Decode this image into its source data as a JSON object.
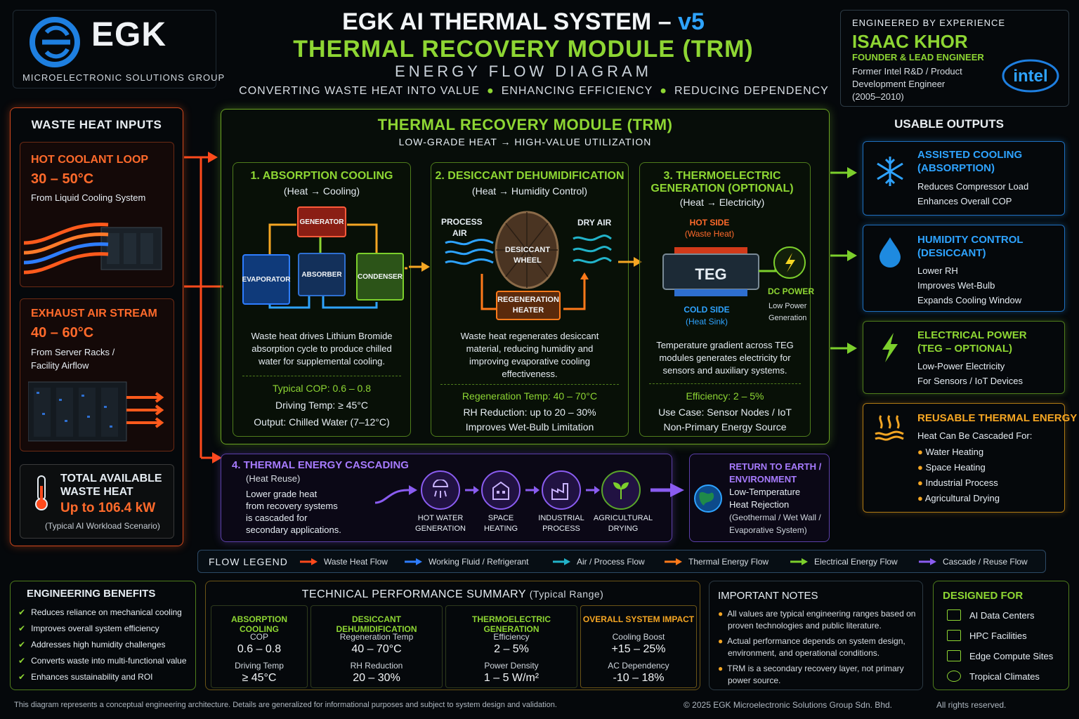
{
  "header": {
    "logo_text": "EGK",
    "logo_sub": "MICROELECTRONIC SOLUTIONS GROUP",
    "title_main": "EGK AI THERMAL SYSTEM –",
    "title_version": "v5",
    "title_module": "THERMAL RECOVERY MODULE (TRM)",
    "title_diagram": "ENERGY FLOW DIAGRAM",
    "tagline": [
      "CONVERTING WASTE HEAT INTO VALUE",
      "ENHANCING EFFICIENCY",
      "REDUCING DEPENDENCY"
    ]
  },
  "engineer": {
    "label": "ENGINEERED BY EXPERIENCE",
    "name": "ISAAC KHOR",
    "role": "FOUNDER & LEAD ENGINEER",
    "line1": "Former Intel R&D / Product",
    "line2": "Development Engineer",
    "line3": "(2005–2010)",
    "intel_logo": "intel"
  },
  "inputs": {
    "heading": "WASTE HEAT INPUTS",
    "coolant": {
      "title": "HOT COOLANT LOOP",
      "temp": "30 – 50°C",
      "desc": "From Liquid Cooling System"
    },
    "exhaust": {
      "title": "EXHAUST AIR STREAM",
      "temp": "40 – 60°C",
      "desc1": "From Server Racks /",
      "desc2": "Facility Airflow"
    },
    "total": {
      "title1": "TOTAL AVAILABLE",
      "title2": "WASTE HEAT",
      "value": "Up to 106.4 kW",
      "note": "(Typical AI Workload Scenario)"
    }
  },
  "trm": {
    "title": "THERMAL RECOVERY MODULE (TRM)",
    "subtitle": "LOW-GRADE HEAT → HIGH-VALUE UTILIZATION",
    "absorption": {
      "title": "1. ABSORPTION COOLING",
      "sub": "(Heat → Cooling)",
      "generator": "GENERATOR",
      "evaporator": "EVAPORATOR",
      "absorber": "ABSORBER",
      "condenser": "CONDENSER",
      "desc": [
        "Waste heat drives Lithium Bromide",
        "absorption cycle to produce chilled",
        "water for supplemental cooling."
      ],
      "stat1": "Typical COP: 0.6 – 0.8",
      "stat2": "Driving Temp: ≥ 45°C",
      "stat3": "Output: Chilled Water (7–12°C)"
    },
    "desiccant": {
      "title": "2. DESICCANT DEHUMIDIFICATION",
      "sub": "(Heat → Humidity Control)",
      "process_air1": "PROCESS",
      "process_air2": "AIR",
      "dry_air": "DRY AIR",
      "wheel1": "DESICCANT",
      "wheel2": "WHEEL",
      "regen1": "REGENERATION",
      "regen2": "HEATER",
      "desc": [
        "Waste heat regenerates desiccant",
        "material, reducing humidity and",
        "improving evaporative cooling",
        "effectiveness."
      ],
      "stat1": "Regeneration Temp: 40 – 70°C",
      "stat2": "RH Reduction: up to 20 – 30%",
      "stat3": "Improves Wet-Bulb Limitation"
    },
    "teg": {
      "title1": "3. THERMOELECTRIC",
      "title2": "GENERATION (OPTIONAL)",
      "sub": "(Heat → Electricity)",
      "hot1": "HOT SIDE",
      "hot2": "(Waste Heat)",
      "label": "TEG",
      "cold1": "COLD SIDE",
      "cold2": "(Heat Sink)",
      "dc": "DC POWER",
      "low1": "Low Power",
      "low2": "Generation",
      "desc": [
        "Temperature gradient across TEG",
        "modules generates electricity for",
        "sensors and auxiliary systems."
      ],
      "stat1": "Efficiency: 2 – 5%",
      "stat2": "Use Case: Sensor Nodes / IoT",
      "stat3": "Non-Primary Energy Source"
    }
  },
  "cascade": {
    "title": "4. THERMAL ENERGY CASCADING",
    "sub": "(Heat Reuse)",
    "desc": [
      "Lower grade heat",
      "from recovery systems",
      "is cascaded for",
      "secondary applications."
    ],
    "items": [
      {
        "l1": "HOT WATER",
        "l2": "GENERATION"
      },
      {
        "l1": "SPACE",
        "l2": "HEATING"
      },
      {
        "l1": "INDUSTRIAL",
        "l2": "PROCESS"
      },
      {
        "l1": "AGRICULTURAL",
        "l2": "DRYING"
      }
    ]
  },
  "earth": {
    "title1": "RETURN TO EARTH /",
    "title2": "ENVIRONMENT",
    "l1": "Low-Temperature",
    "l2": "Heat Rejection",
    "l3": "(Geothermal / Wet Wall /",
    "l4": "Evaporative System)"
  },
  "outputs": {
    "heading": "USABLE OUTPUTS",
    "cooling": {
      "t1": "ASSISTED COOLING",
      "t2": "(ABSORPTION)",
      "l1": "Reduces Compressor Load",
      "l2": "Enhances Overall COP"
    },
    "humidity": {
      "t1": "HUMIDITY CONTROL",
      "t2": "(DESICCANT)",
      "l1": "Lower RH",
      "l2": "Improves Wet-Bulb",
      "l3": "Expands Cooling Window"
    },
    "power": {
      "t1": "ELECTRICAL POWER",
      "t2": "(TEG – OPTIONAL)",
      "l1": "Low-Power Electricity",
      "l2": "For Sensors / IoT Devices"
    },
    "thermal": {
      "t1": "REUSABLE THERMAL ENERGY",
      "l0": "Heat Can Be Cascaded For:",
      "items": [
        "Water Heating",
        "Space Heating",
        "Industrial Process",
        "Agricultural Drying"
      ]
    }
  },
  "legend": {
    "title": "FLOW LEGEND",
    "items": [
      {
        "label": "Waste Heat Flow",
        "color": "#ff4a1c"
      },
      {
        "label": "Working Fluid / Refrigerant",
        "color": "#2e7dff"
      },
      {
        "label": "Air / Process Flow",
        "color": "#22b3c9"
      },
      {
        "label": "Thermal Energy Flow",
        "color": "#ff7a1a"
      },
      {
        "label": "Electrical Energy Flow",
        "color": "#7ccf2c"
      },
      {
        "label": "Cascade / Reuse Flow",
        "color": "#8a5cf0"
      }
    ]
  },
  "benefits": {
    "title": "ENGINEERING BENEFITS",
    "items": [
      "Reduces reliance on mechanical cooling",
      "Improves overall system efficiency",
      "Addresses high humidity challenges",
      "Converts waste into multi-functional value",
      "Enhances sustainability and ROI"
    ]
  },
  "tech": {
    "title": "TECHNICAL PERFORMANCE SUMMARY",
    "range": "(Typical Range)",
    "cols": [
      {
        "head": "ABSORPTION COOLING",
        "l1": "COP",
        "v1": "0.6 – 0.8",
        "l2": "Driving Temp",
        "v2": "≥ 45°C"
      },
      {
        "head": "DESICCANT DEHUMIDIFICATION",
        "l1": "Regeneration Temp",
        "v1": "40 – 70°C",
        "l2": "RH Reduction",
        "v2": "20 – 30%"
      },
      {
        "head": "THERMOELECTRIC GENERATION",
        "l1": "Efficiency",
        "v1": "2 – 5%",
        "l2": "Power Density",
        "v2": "1 – 5 W/m²"
      },
      {
        "head": "OVERALL SYSTEM IMPACT",
        "l1": "Cooling Boost",
        "v1": "+15 – 25%",
        "l2": "AC Dependency",
        "v2": "-10 – 18%"
      }
    ]
  },
  "notes": {
    "title": "IMPORTANT NOTES",
    "n1a": "All values are typical engineering ranges based on",
    "n1b": "proven technologies and public literature.",
    "n2a": "Actual performance depends on system design,",
    "n2b": "environment, and operational conditions.",
    "n3a": "TRM is a secondary recovery layer, not primary",
    "n3b": "power source."
  },
  "designed": {
    "title": "DESIGNED FOR",
    "items": [
      "AI Data Centers",
      "HPC Facilities",
      "Edge Compute Sites",
      "Tropical Climates"
    ]
  },
  "footer": {
    "disclaimer": "This diagram represents a conceptual engineering architecture. Details are generalized for informational purposes and subject to system design and validation.",
    "copyright": "© 2025 EGK Microelectronic Solutions Group Sdn. Bhd.",
    "rights": "All rights reserved."
  }
}
